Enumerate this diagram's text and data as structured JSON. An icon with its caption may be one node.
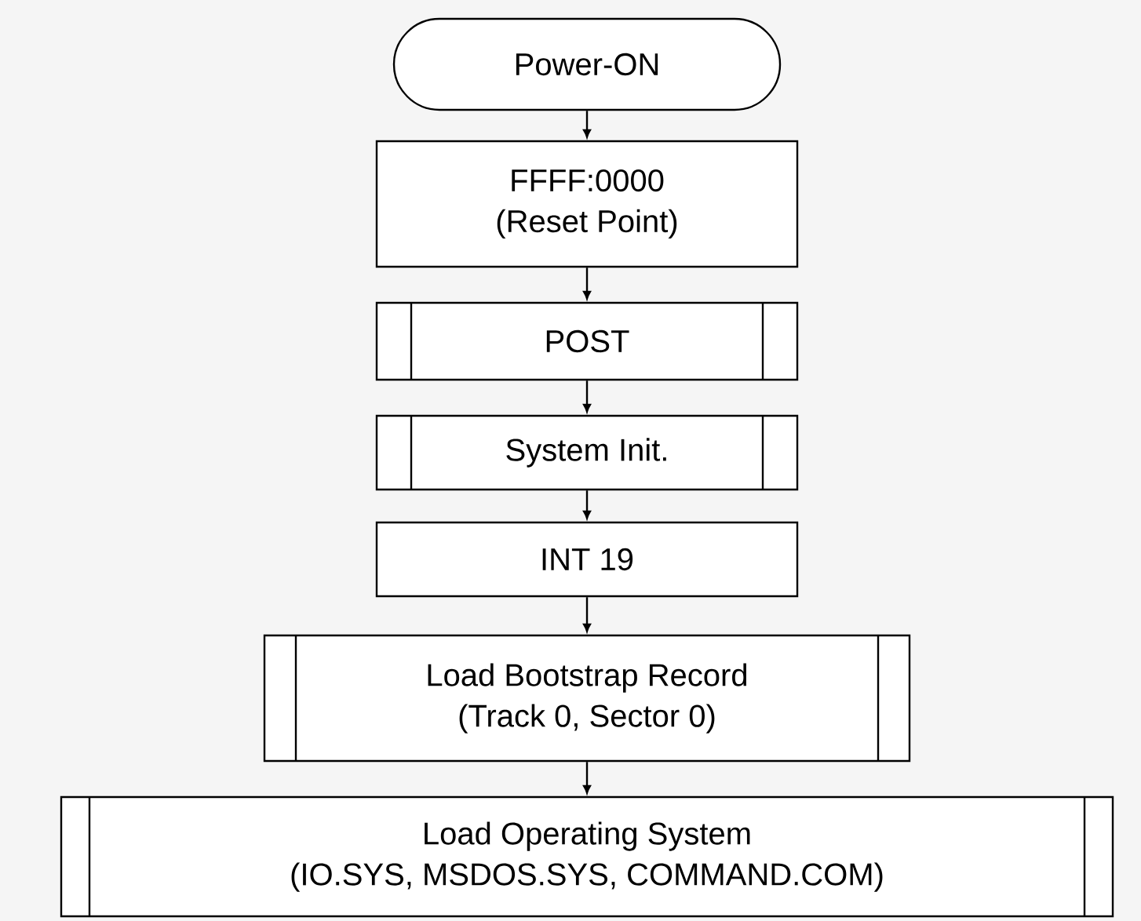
{
  "diagram": {
    "nodes": [
      {
        "text": [
          "Power-ON"
        ]
      },
      {
        "text": [
          "FFFF:0000",
          "(Reset Point)"
        ]
      },
      {
        "text": [
          "POST"
        ]
      },
      {
        "text": [
          "System Init."
        ]
      },
      {
        "text": [
          "INT 19"
        ]
      },
      {
        "text": [
          "Load Bootstrap Record",
          "(Track 0, Sector 0)"
        ]
      },
      {
        "text": [
          "Load Operating System",
          "(IO.SYS, MSDOS.SYS, COMMAND.COM)"
        ]
      }
    ],
    "edges": [
      {
        "from": 0,
        "to": 1,
        "arrow": "to"
      },
      {
        "from": 1,
        "to": 2,
        "arrow": "to"
      },
      {
        "from": 2,
        "to": 3,
        "arrow": "to"
      },
      {
        "from": 3,
        "to": 4,
        "arrow": "to"
      },
      {
        "from": 4,
        "to": 5,
        "arrow": "to"
      },
      {
        "from": 5,
        "to": 6,
        "arrow": "to"
      }
    ]
  }
}
